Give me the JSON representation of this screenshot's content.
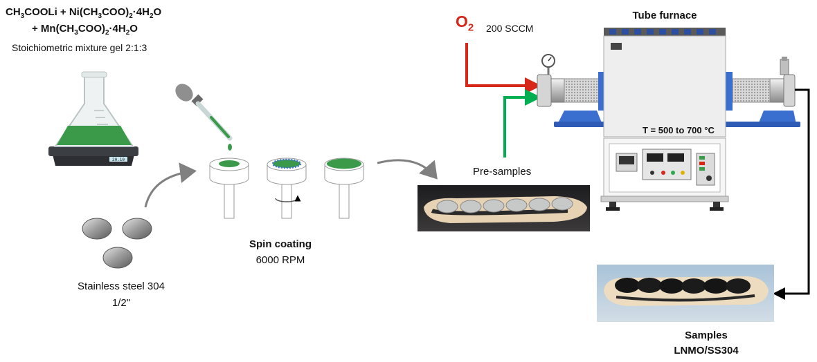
{
  "precursor": {
    "line1_a": "CH",
    "line1_a_sub": "3",
    "line1_b": "COOLi + Ni(CH",
    "line1_b_sub": "3",
    "line1_c": "COO)",
    "line1_c_sub": "2",
    "line1_d": "·4H",
    "line1_d_sub": "2",
    "line1_e": "O",
    "line2_a": "+ Mn(CH",
    "line2_a_sub": "3",
    "line2_b": "COO)",
    "line2_b_sub": "2",
    "line2_c": "·4H",
    "line2_c_sub": "2",
    "line2_d": "O",
    "caption": "Stoichiometric mixture gel 2:1:3",
    "scale_display": "20.10"
  },
  "substrate": {
    "name": "Stainless steel 304",
    "size": "1/2\""
  },
  "spin": {
    "title": "Spin coating",
    "speed": "6000 RPM"
  },
  "oxygen": {
    "symbol": "O",
    "subscript": "2",
    "flow": "200 SCCM"
  },
  "furnace": {
    "title": "Tube furnace",
    "temperature": "T = 500 to 700 °C"
  },
  "presamples": {
    "label": "Pre-samples"
  },
  "samples": {
    "title": "Samples",
    "name": "LNMO/SS304"
  },
  "colors": {
    "oxygen_red": "#d62718",
    "inert_green": "#00b050",
    "gel_green": "#3a9a4a",
    "furnace_blue": "#3a6fd0"
  }
}
